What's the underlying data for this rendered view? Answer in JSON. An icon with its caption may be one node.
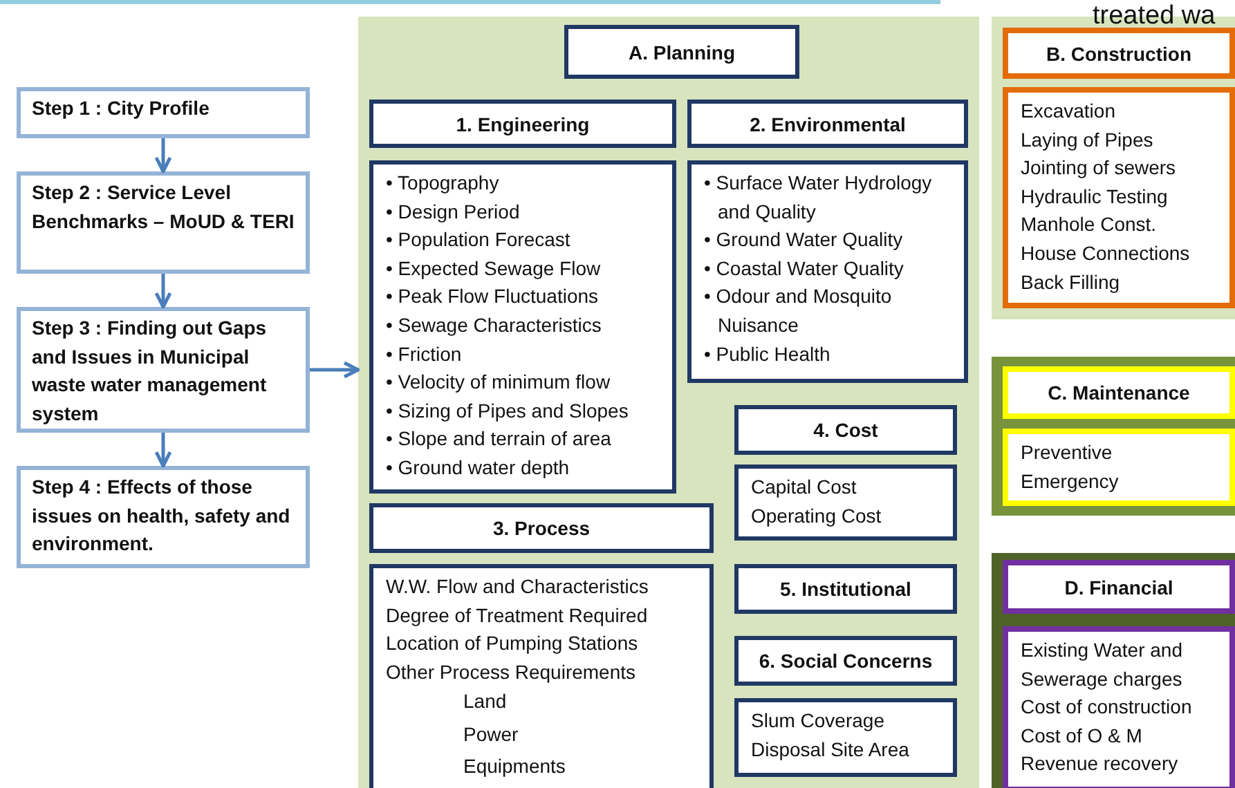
{
  "diagram": {
    "nodes": [
      {
        "text": [
          "Step 1 : City Profile"
        ]
      },
      {
        "text": [
          "Step 2 : Service Level Benchmarks – MoUD & TERI"
        ]
      },
      {
        "text": [
          "Step 3 : Finding out Gaps and Issues in Municipal waste water management system"
        ]
      },
      {
        "text": [
          "Step 4 : Effects of those issues on health, safety and environment."
        ]
      },
      {
        "text": [],
        "shape": "box"
      },
      {
        "text": [
          "A. Planning"
        ],
        "in": 4
      },
      {
        "text": [
          "1. Engineering"
        ],
        "in": 4
      },
      {
        "text": [
          "• Topography",
          "• Design Period",
          "• Population Forecast",
          "• Expected Sewage Flow",
          "• Peak Flow Fluctuations",
          "• Sewage Characteristics",
          "• Friction",
          "• Velocity of minimum flow",
          "• Sizing of Pipes and Slopes",
          "• Slope and terrain of area",
          "• Ground water depth"
        ],
        "in": 4
      },
      {
        "text": [
          "2. Environmental"
        ],
        "in": 4
      },
      {
        "text": [
          "• Surface Water Hydrology and Quality",
          "• Ground Water Quality",
          "• Coastal Water Quality",
          "• Odour and Mosquito Nuisance",
          "• Public Health"
        ],
        "in": 4
      },
      {
        "text": [
          "3. Process"
        ],
        "in": 4
      },
      {
        "text": [
          "W.W. Flow and Characteristics",
          "Degree of Treatment Required",
          "Location of Pumping Stations",
          "Other Process Requirements",
          "Land",
          "Power",
          "Equipments"
        ],
        "in": 4
      },
      {
        "text": [
          "4. Cost"
        ],
        "in": 4
      },
      {
        "text": [
          "Capital Cost",
          "Operating  Cost"
        ],
        "in": 4
      },
      {
        "text": [
          "5. Institutional"
        ],
        "in": 4
      },
      {
        "text": [
          "6. Social Concerns"
        ],
        "in": 4
      },
      {
        "text": [
          "Slum Coverage",
          "Disposal Site Area"
        ],
        "in": 4
      },
      {
        "text": [],
        "shape": "box"
      },
      {
        "text": [
          "B. Construction"
        ],
        "in": 17
      },
      {
        "text": [
          "Excavation",
          "Laying of Pipes",
          "Jointing of sewers",
          "Hydraulic Testing",
          "Manhole Const.",
          "House Connections",
          "Back Filling"
        ],
        "in": 17
      },
      {
        "text": [],
        "shape": "box"
      },
      {
        "text": [
          "C. Maintenance"
        ],
        "in": 20
      },
      {
        "text": [
          "Preventive",
          "Emergency"
        ],
        "in": 20
      },
      {
        "text": [],
        "shape": "box"
      },
      {
        "text": [
          "D. Financial"
        ],
        "in": 23
      },
      {
        "text": [
          "Existing Water and Sewerage charges",
          "Cost of construction",
          "Cost of O & M",
          "Revenue recovery"
        ],
        "in": 23
      }
    ],
    "edges": [
      {
        "from": 0,
        "to": 1,
        "arrow": "to"
      },
      {
        "from": 1,
        "to": 2,
        "arrow": "to"
      },
      {
        "from": 2,
        "to": 3,
        "arrow": "to"
      },
      {
        "from": 2,
        "to": 4,
        "arrow": "to"
      }
    ],
    "labels": [
      "treated wa"
    ]
  }
}
